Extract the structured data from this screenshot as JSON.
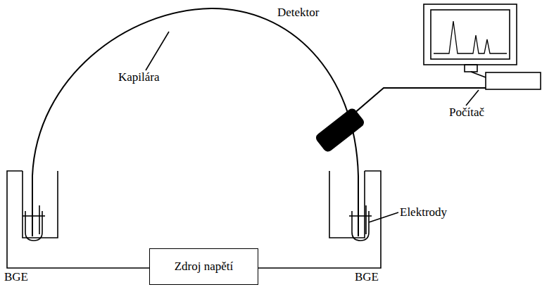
{
  "diagram": {
    "nodes": [
      {
        "text": [
          "Zdroj napětí"
        ]
      }
    ],
    "labels": [
      "Kapilára",
      "Detektor",
      "Počítač",
      "Elektrody",
      "BGE",
      "BGE"
    ]
  }
}
